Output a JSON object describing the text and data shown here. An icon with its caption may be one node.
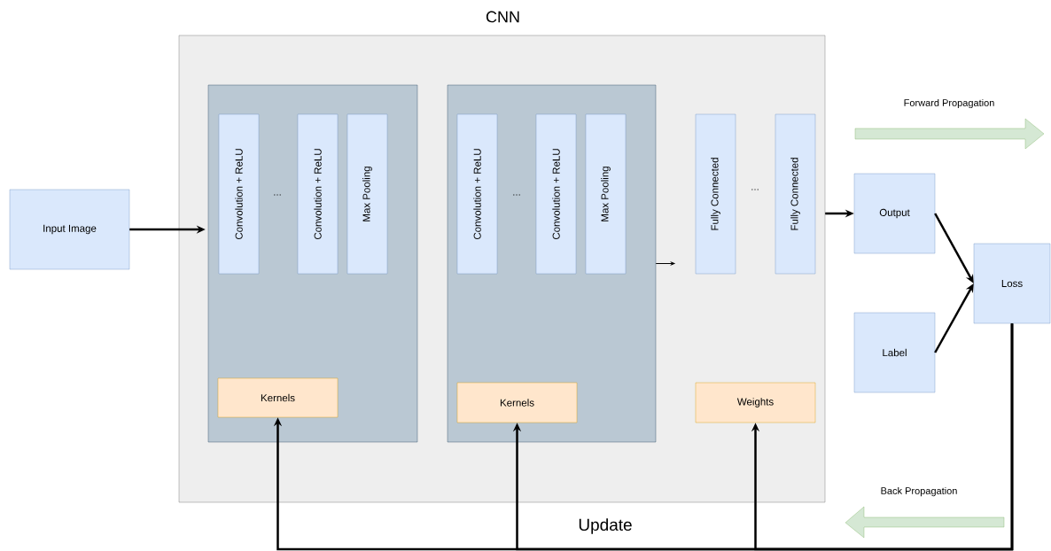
{
  "diagram": {
    "nodes": [
      {
        "text": [
          "Input Image"
        ]
      },
      {
        "text": [
          "CNN"
        ]
      },
      {
        "text": [],
        "shape": "box",
        "in": 1
      },
      {
        "text": [
          "Convolution + ReLU"
        ],
        "in": 2
      },
      {
        "text": [
          "Convolution + ReLU"
        ],
        "in": 2
      },
      {
        "text": [
          "Max Pooling"
        ],
        "in": 2
      },
      {
        "text": [
          "Kernels"
        ],
        "in": 2
      },
      {
        "text": [],
        "shape": "box",
        "in": 1
      },
      {
        "text": [
          "Convolution + ReLU"
        ],
        "in": 7
      },
      {
        "text": [
          "Convolution + ReLU"
        ],
        "in": 7
      },
      {
        "text": [
          "Max Pooling"
        ],
        "in": 7
      },
      {
        "text": [
          "Kernels"
        ],
        "in": 7
      },
      {
        "text": [
          "Fully Connected"
        ],
        "in": 1
      },
      {
        "text": [
          "Fully Connected"
        ],
        "in": 1
      },
      {
        "text": [
          "Weights"
        ],
        "in": 1
      },
      {
        "text": [
          "Output"
        ]
      },
      {
        "text": [
          "Label"
        ]
      },
      {
        "text": [
          "Loss"
        ]
      }
    ],
    "edges": [
      {
        "from": 0,
        "to": 2,
        "arrow": "to"
      },
      {
        "from": 7,
        "to": 12,
        "arrow": "to"
      },
      {
        "from": 1,
        "to": 15,
        "arrow": "to"
      },
      {
        "from": 15,
        "to": 17,
        "arrow": "to"
      },
      {
        "from": 16,
        "to": 17,
        "arrow": "to"
      },
      {
        "from": 17,
        "to": 6,
        "arrow": "to"
      },
      {
        "from": 17,
        "to": 11,
        "arrow": "to"
      },
      {
        "from": 17,
        "to": 14,
        "arrow": "to"
      }
    ],
    "labels": [
      "...",
      "...",
      "...",
      "Forward Propagation",
      "Back Propagation",
      "Update"
    ]
  }
}
